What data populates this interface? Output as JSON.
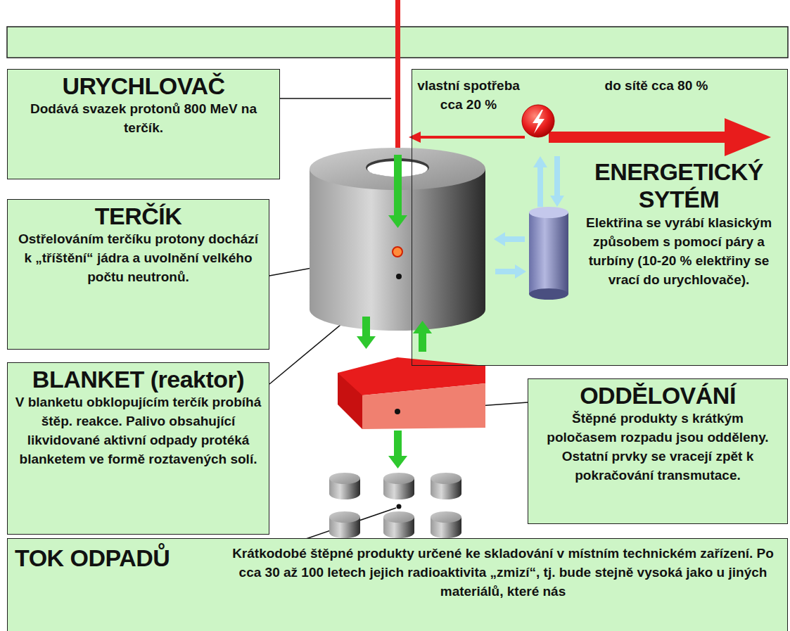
{
  "diagram": {
    "nodes": [
      {
        "text": [
          "URYCHLOVAČ",
          "Dodává svazek protonů 800 MeV na terčík."
        ]
      },
      {
        "text": [
          "vlastní spotřeba cca 20 %",
          "do sítě cca 80 %",
          "ENERGETICKÝ SYTÉM",
          "Elektřina se vyrábí klasickým způsobem s pomocí páry a turbíny (10-20 % elektřiny se vrací do urychlovače)."
        ]
      },
      {
        "text": [
          "TERČÍK",
          "Ostřelováním terčíku protony dochází k „tříštění“ jádra a uvolnění velkého počtu neutronů."
        ]
      },
      {
        "text": [
          "BLANKET (reaktor)",
          "V blanketu obklopujícím terčík probíhá štěp. reakce. Palivo obsahující likvidované aktivní odpady protéká blanketem ve formě roztavených solí."
        ]
      },
      {
        "text": [
          "ODDĚLOVÁNÍ",
          "Štěpné produkty s krátkým poločasem rozpadu jsou odděleny. Ostatní prvky se vracejí zpět k pokračování transmutace."
        ]
      },
      {
        "text": [
          "TOK ODPADŮ",
          "Krátkodobé štěpné produkty určené ke skladování v místním technickém zařízení. Po cca 30 až 100 letech jejich radioaktivita „zmizí“, tj. bude stejně vysoká jako u jiných materiálů, které nás"
        ]
      }
    ]
  }
}
